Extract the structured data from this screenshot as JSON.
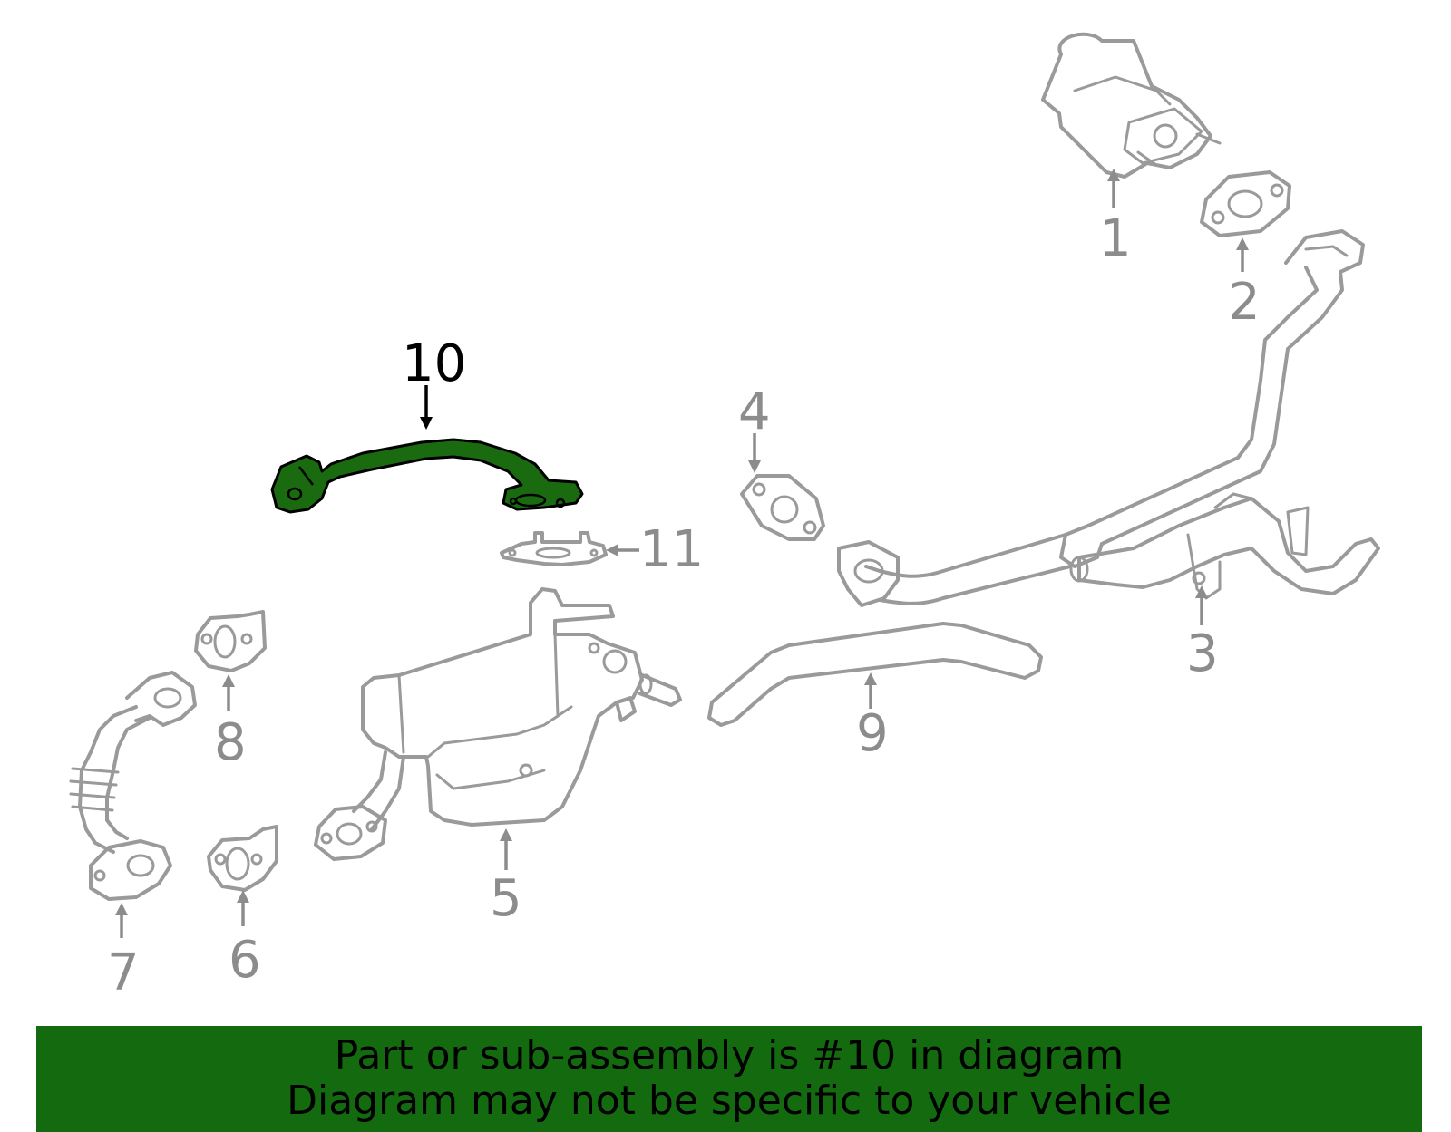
{
  "callouts": {
    "c1": "1",
    "c2": "2",
    "c3": "3",
    "c4": "4",
    "c5": "5",
    "c6": "6",
    "c7": "7",
    "c8": "8",
    "c9": "9",
    "c10": "10",
    "c11": "11"
  },
  "highlight_color": "#1a6b0f",
  "banner": {
    "line1": "Part or sub-assembly is #10 in diagram",
    "line2": "Diagram may not be specific to your vehicle"
  }
}
